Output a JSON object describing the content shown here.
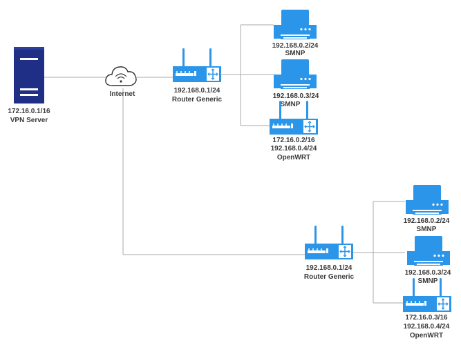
{
  "colors": {
    "device": "#2b95e9",
    "device_dark": "#1b6fb5",
    "server": "#1f2f85",
    "line": "#aaaaaa",
    "label": "#3a3a3a"
  },
  "nodes": {
    "vpn_server": {
      "icon": "server-icon",
      "ip": "172.16.0.1/16",
      "name": "VPN Server"
    },
    "internet": {
      "icon": "cloud-wifi-icon",
      "name": "Internet"
    },
    "router_1": {
      "icon": "router-icon",
      "ip": "192.168.0.1/24",
      "name": "Router Generic"
    },
    "printer_1a": {
      "icon": "printer-icon",
      "ip": "192.168.0.2/24",
      "name": "SMNP"
    },
    "printer_1b": {
      "icon": "printer-icon",
      "ip": "192.168.0.3/24",
      "name": "SMNP"
    },
    "openwrt_1": {
      "icon": "router-icon",
      "ip_vpn": "172.16.0.2/16",
      "ip_lan": "192.168.0.4/24",
      "name": "OpenWRT"
    },
    "router_2": {
      "icon": "router-icon",
      "ip": "192.168.0.1/24",
      "name": "Router Generic"
    },
    "printer_2a": {
      "icon": "printer-icon",
      "ip": "192.168.0.2/24",
      "name": "SMNP"
    },
    "printer_2b": {
      "icon": "printer-icon",
      "ip": "192.168.0.3/24",
      "name": "SMNP"
    },
    "openwrt_2": {
      "icon": "router-icon",
      "ip_vpn": "172.16.0.3/16",
      "ip_lan": "192.168.0.4/24",
      "name": "OpenWRT"
    }
  }
}
